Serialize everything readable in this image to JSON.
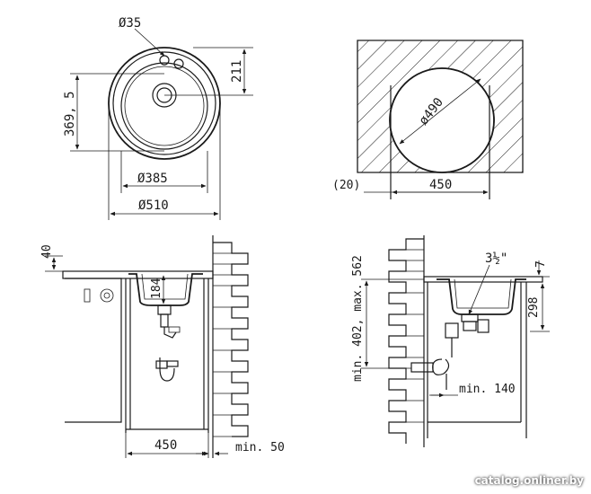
{
  "top_view": {
    "tap_hole_diameter": "Ø35",
    "tap_hole_offset": "211",
    "bowl_offset": "369, 5",
    "bowl_diameter": "Ø385",
    "outer_diameter": "Ø510"
  },
  "cutout_view": {
    "cutout_diameter": "ø490",
    "edge_offset": "(20)",
    "cabinet_width": "450"
  },
  "side_view_left": {
    "rim_height": "40",
    "bowl_depth": "184",
    "cabinet_width": "450",
    "wall_gap": "min. 50"
  },
  "side_view_right": {
    "thread_size": "3½\"",
    "rim_thickness": "7",
    "drain_height": "298",
    "cabinet_height_range": "min. 402, max. 562",
    "drain_spacing": "min. 140"
  },
  "watermark": "catalog.onliner.by"
}
